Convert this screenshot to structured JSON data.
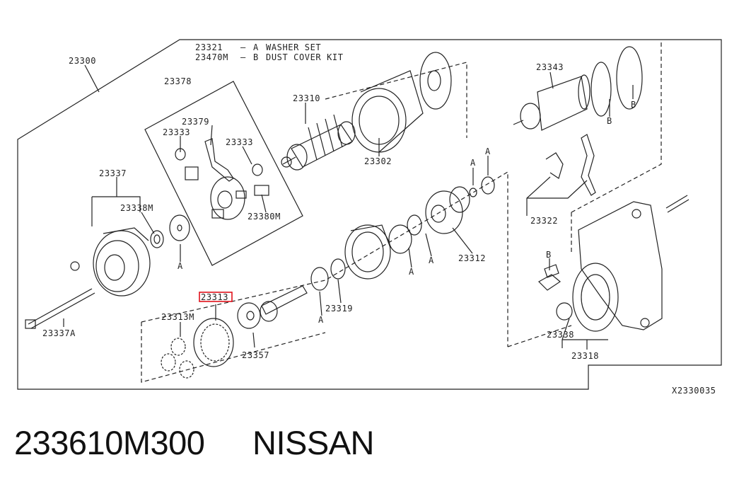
{
  "legend": {
    "rows": [
      {
        "part": "23321",
        "code": "A",
        "desc": "WASHER SET"
      },
      {
        "part": "23470M",
        "code": "B",
        "desc": "DUST COVER KIT"
      }
    ]
  },
  "parts": [
    {
      "id": "p23300",
      "label": "23300"
    },
    {
      "id": "p23378",
      "label": "23378"
    },
    {
      "id": "p23379",
      "label": "23379"
    },
    {
      "id": "p23333a",
      "label": "23333"
    },
    {
      "id": "p23333b",
      "label": "23333"
    },
    {
      "id": "p23380m",
      "label": "23380M"
    },
    {
      "id": "p23337",
      "label": "23337"
    },
    {
      "id": "p23338m",
      "label": "23338M"
    },
    {
      "id": "p23337a",
      "label": "23337A"
    },
    {
      "id": "p23310",
      "label": "23310"
    },
    {
      "id": "p23302",
      "label": "23302"
    },
    {
      "id": "p23343",
      "label": "23343"
    },
    {
      "id": "p23322",
      "label": "23322"
    },
    {
      "id": "p23312",
      "label": "23312"
    },
    {
      "id": "p23313",
      "label": "23313",
      "highlighted": true
    },
    {
      "id": "p23313m",
      "label": "23313M"
    },
    {
      "id": "p23357",
      "label": "23357"
    },
    {
      "id": "p23319",
      "label": "23319"
    },
    {
      "id": "p23338",
      "label": "23338"
    },
    {
      "id": "p23318",
      "label": "23318"
    }
  ],
  "callouts": {
    "a": "A",
    "b": "B"
  },
  "diagram_code": "X2330035",
  "footer": {
    "part_number": "233610M300",
    "brand": "NISSAN"
  },
  "colors": {
    "highlight": "#e0121b",
    "line": "#222222"
  }
}
